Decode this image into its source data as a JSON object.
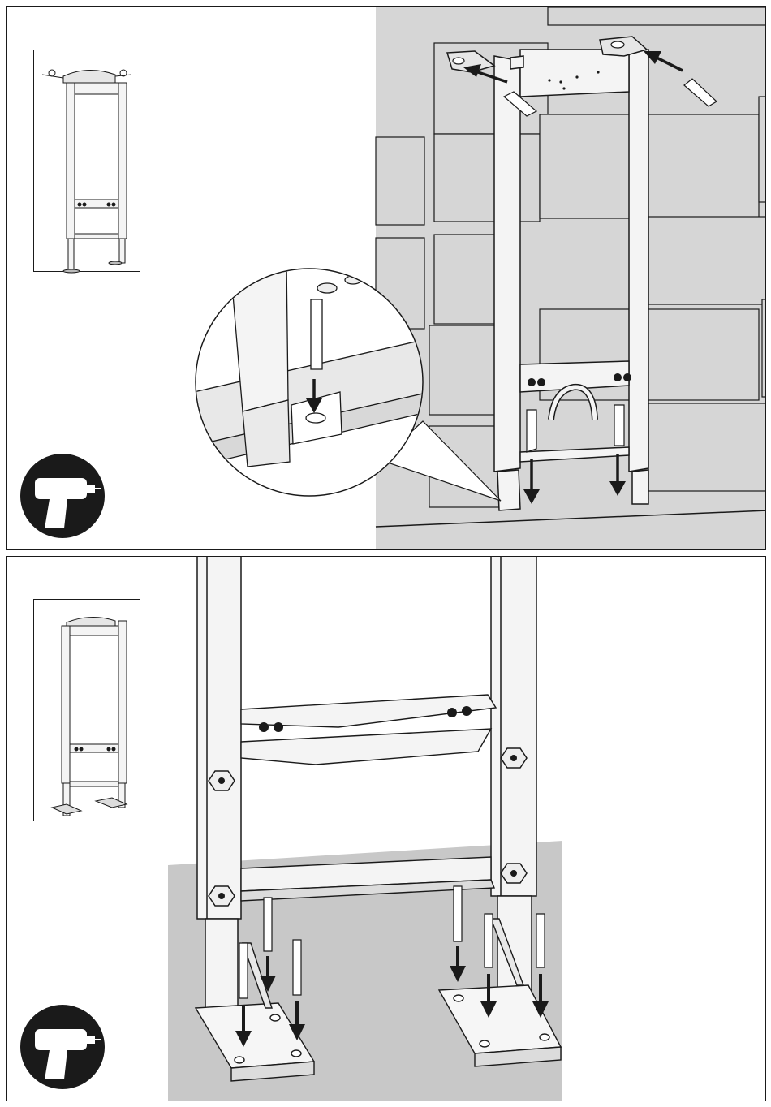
{
  "document": {
    "type": "assembly-instructions",
    "steps": [
      {
        "id": "step-wall-mount",
        "icon": "drill-icon",
        "description_visible": false
      },
      {
        "id": "step-floor-mount",
        "icon": "drill-icon",
        "description_visible": false
      }
    ]
  },
  "colors": {
    "line": "#1a1a1a",
    "wall": "#d6d6d6",
    "floor": "#c8c8c8",
    "frame_fill": "#f4f4f4",
    "badge": "#1a1a1a"
  }
}
